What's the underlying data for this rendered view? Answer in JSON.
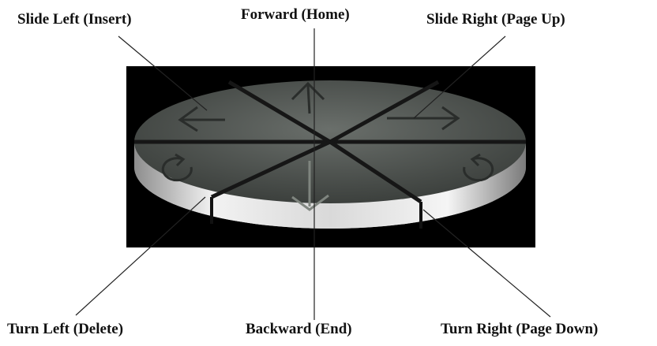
{
  "labels": {
    "slide_left": "Slide Left (Insert)",
    "forward": "Forward (Home)",
    "slide_right": "Slide Right (Page Up)",
    "turn_left": "Turn Left (Delete)",
    "backward": "Backward (End)",
    "turn_right": "Turn Right (Page Down)"
  },
  "colors": {
    "background": "#000000",
    "pad_face": "#4f5450",
    "pad_rim": "#cfcfcf",
    "leader_line": "#222222"
  }
}
